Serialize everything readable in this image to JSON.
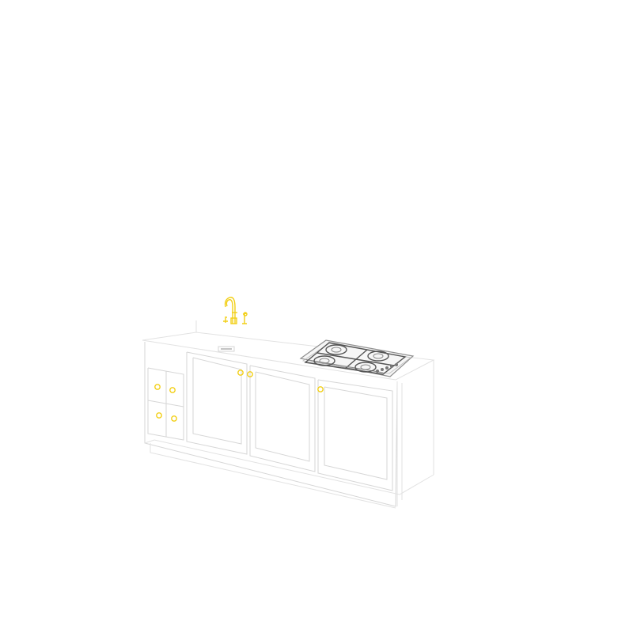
{
  "scene": {
    "background": "#ffffff",
    "colors": {
      "cabinet_line": "#e2e2e2",
      "hob_frame": "#555555",
      "hardware_gold": "#f2cf16"
    },
    "objects": [
      {
        "name": "kitchen-island-cabinet",
        "icon": "cabinet-wireframe"
      },
      {
        "name": "gas-cooktop",
        "icon": "four-burner-hob",
        "burners": 4,
        "knobs": 5
      },
      {
        "name": "kitchen-faucet",
        "icon": "gooseneck-faucet",
        "handles": 2
      },
      {
        "name": "cabinet-knobs",
        "icon": "round-knob",
        "count": 7
      }
    ]
  }
}
